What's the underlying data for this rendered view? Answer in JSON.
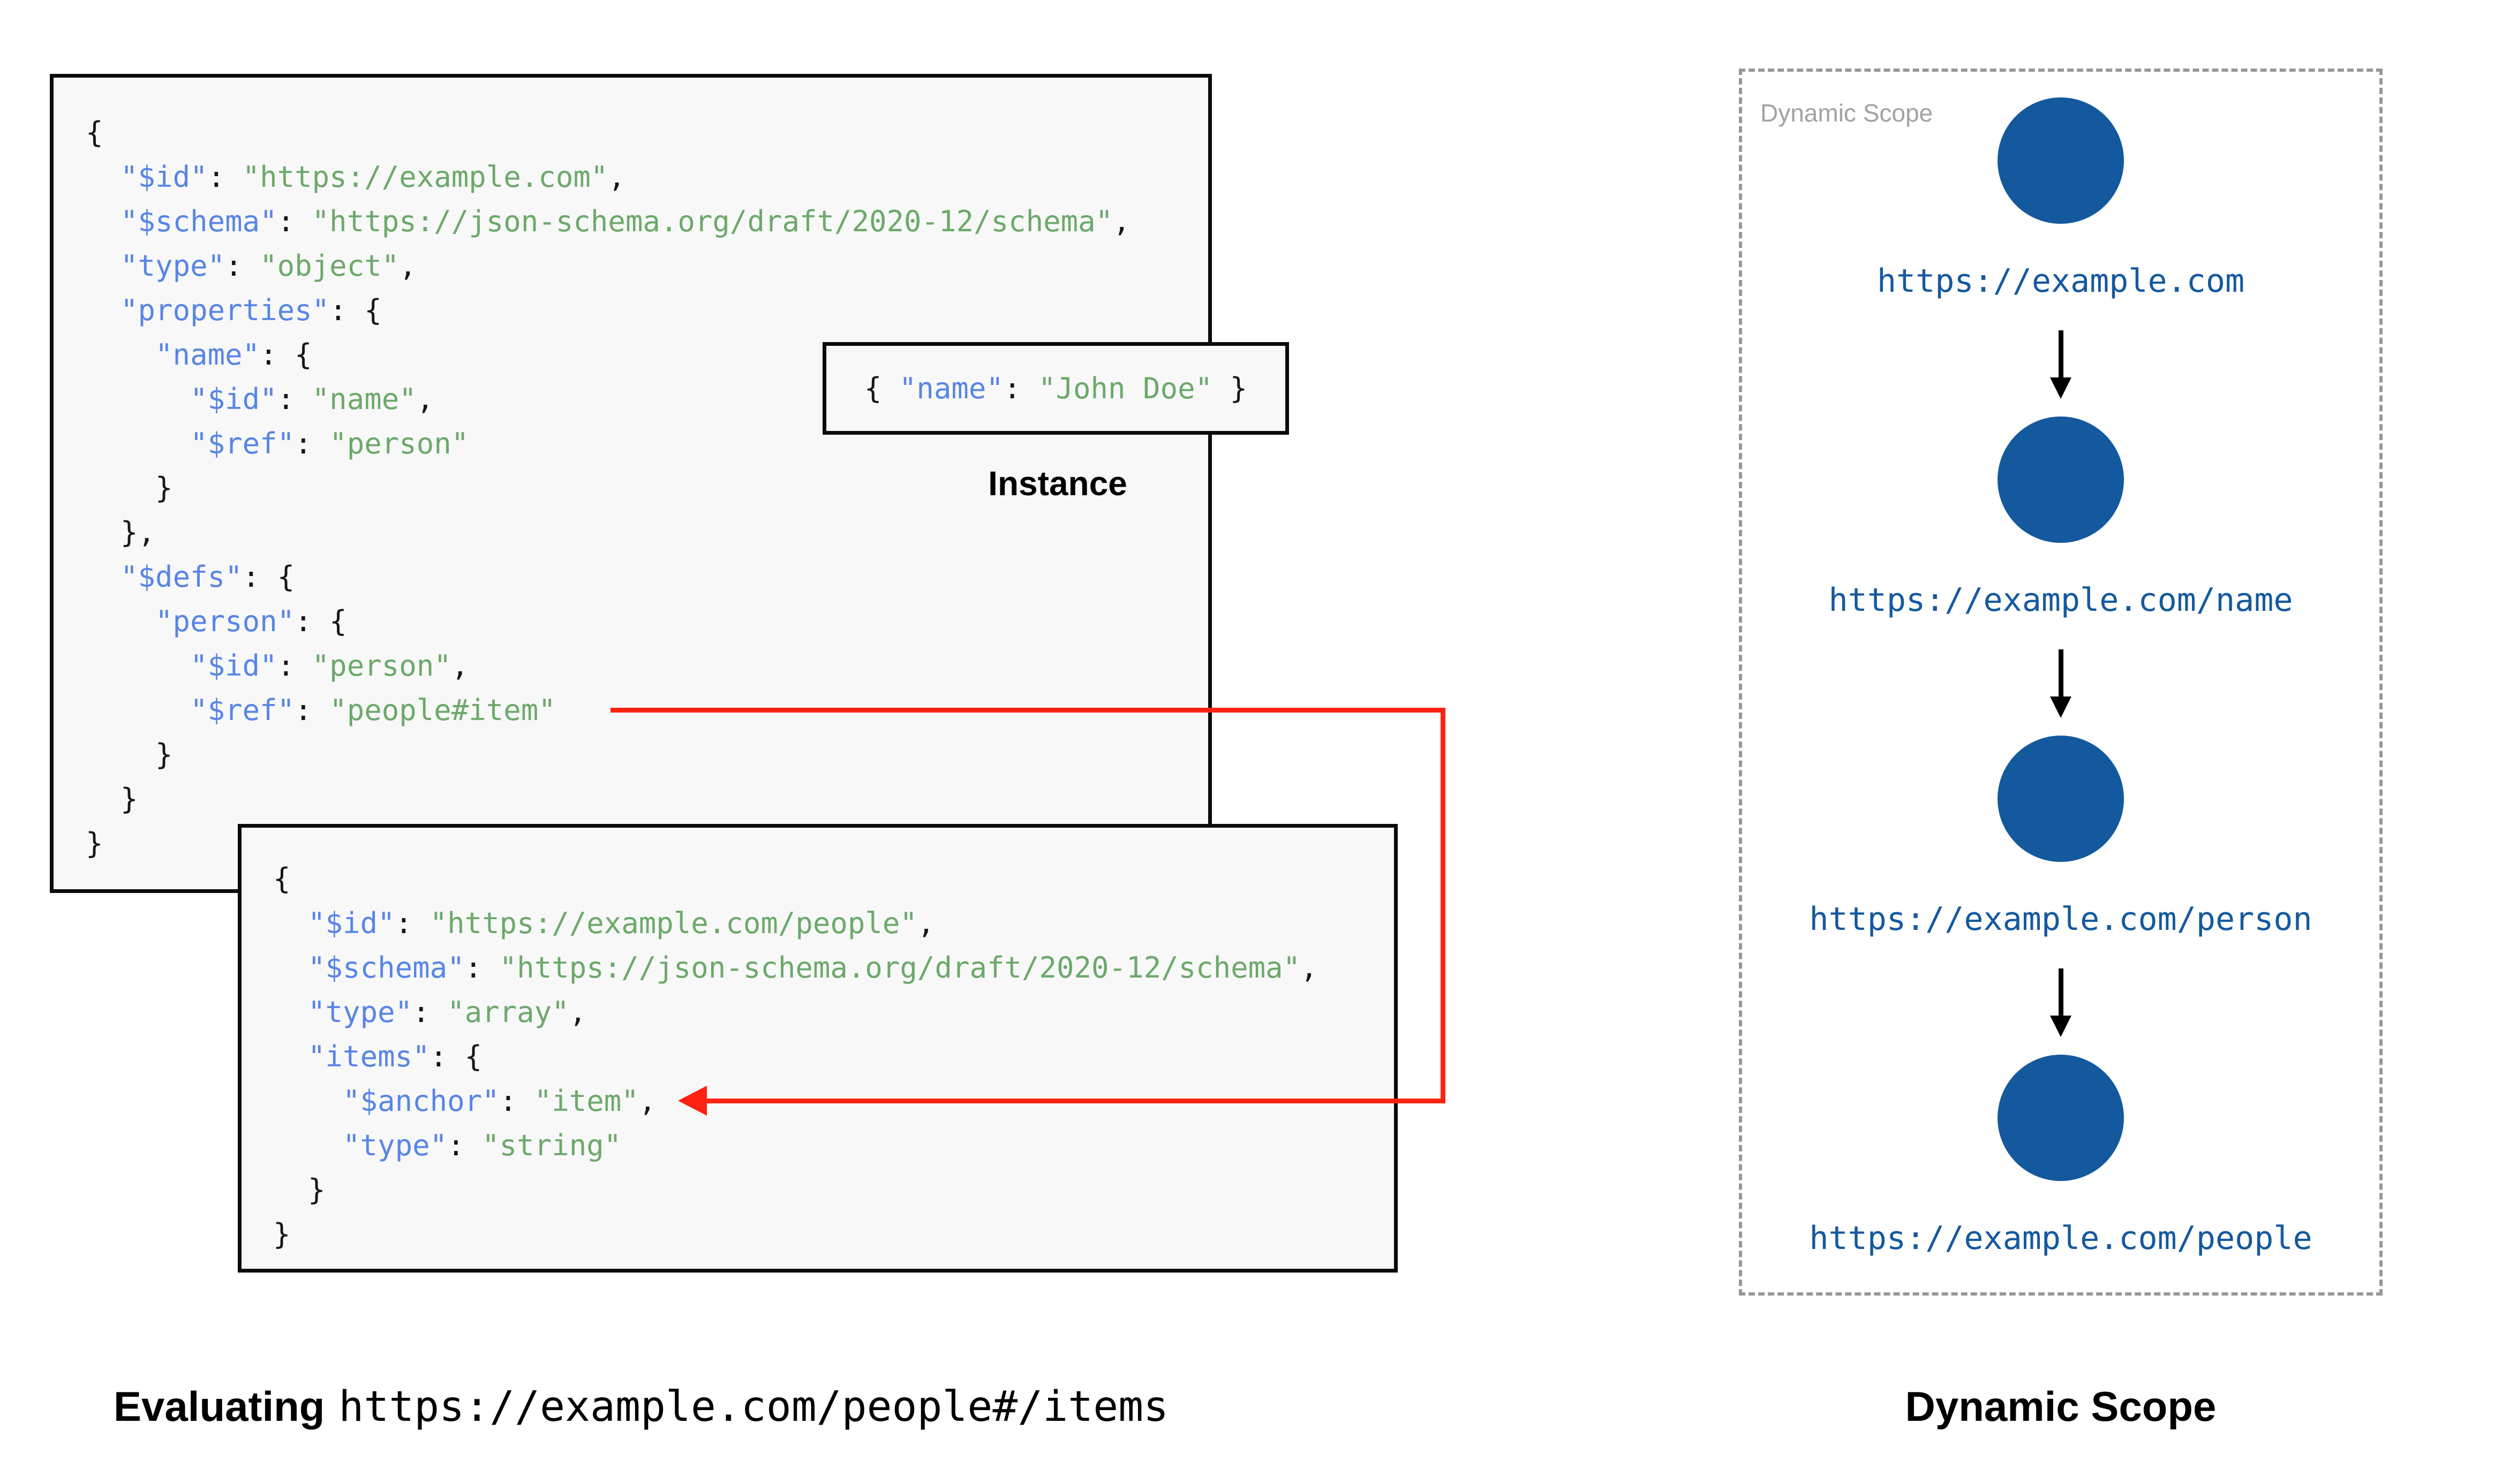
{
  "colors": {
    "key": "#5885e6",
    "string": "#6ca96a",
    "punctuation": "#161616",
    "node_fill": "#14599e",
    "node_url": "#14599e",
    "red_arrow": "#fc2313",
    "panel_bg": "#f8f8f8",
    "panel_border": "#0a0a0a",
    "scope_border": "#979797",
    "scope_watermark": "#a2a2a2"
  },
  "schema_root_box": {
    "lines": [
      [
        [
          "p",
          "{"
        ]
      ],
      [
        [
          "p",
          "  "
        ],
        [
          "k",
          "\"$id\""
        ],
        [
          "p",
          ": "
        ],
        [
          "s",
          "\"https://example.com\""
        ],
        [
          "p",
          ","
        ]
      ],
      [
        [
          "p",
          "  "
        ],
        [
          "k",
          "\"$schema\""
        ],
        [
          "p",
          ": "
        ],
        [
          "s",
          "\"https://json-schema.org/draft/2020-12/schema\""
        ],
        [
          "p",
          ","
        ]
      ],
      [
        [
          "p",
          "  "
        ],
        [
          "k",
          "\"type\""
        ],
        [
          "p",
          ": "
        ],
        [
          "s",
          "\"object\""
        ],
        [
          "p",
          ","
        ]
      ],
      [
        [
          "p",
          "  "
        ],
        [
          "k",
          "\"properties\""
        ],
        [
          "p",
          ": {"
        ]
      ],
      [
        [
          "p",
          "    "
        ],
        [
          "k",
          "\"name\""
        ],
        [
          "p",
          ": {"
        ]
      ],
      [
        [
          "p",
          "      "
        ],
        [
          "k",
          "\"$id\""
        ],
        [
          "p",
          ": "
        ],
        [
          "s",
          "\"name\""
        ],
        [
          "p",
          ","
        ]
      ],
      [
        [
          "p",
          "      "
        ],
        [
          "k",
          "\"$ref\""
        ],
        [
          "p",
          ": "
        ],
        [
          "s",
          "\"person\""
        ]
      ],
      [
        [
          "p",
          "    }"
        ]
      ],
      [
        [
          "p",
          "  },"
        ]
      ],
      [
        [
          "p",
          "  "
        ],
        [
          "k",
          "\"$defs\""
        ],
        [
          "p",
          ": {"
        ]
      ],
      [
        [
          "p",
          "    "
        ],
        [
          "k",
          "\"person\""
        ],
        [
          "p",
          ": {"
        ]
      ],
      [
        [
          "p",
          "      "
        ],
        [
          "k",
          "\"$id\""
        ],
        [
          "p",
          ": "
        ],
        [
          "s",
          "\"person\""
        ],
        [
          "p",
          ","
        ]
      ],
      [
        [
          "p",
          "      "
        ],
        [
          "k",
          "\"$ref\""
        ],
        [
          "p",
          ": "
        ],
        [
          "s",
          "\"people#item\""
        ]
      ],
      [
        [
          "p",
          "    }"
        ]
      ],
      [
        [
          "p",
          "  }"
        ]
      ],
      [
        [
          "p",
          "}"
        ]
      ]
    ]
  },
  "instance_box": {
    "label": "Instance",
    "line": [
      [
        [
          "p",
          "{ "
        ],
        [
          "k",
          "\"name\""
        ],
        [
          "p",
          ": "
        ],
        [
          "s",
          "\"John Doe\""
        ],
        [
          "p",
          " }"
        ]
      ]
    ]
  },
  "schema_people_box": {
    "lines": [
      [
        [
          "p",
          "{"
        ]
      ],
      [
        [
          "p",
          "  "
        ],
        [
          "k",
          "\"$id\""
        ],
        [
          "p",
          ": "
        ],
        [
          "s",
          "\"https://example.com/people\""
        ],
        [
          "p",
          ","
        ]
      ],
      [
        [
          "p",
          "  "
        ],
        [
          "k",
          "\"$schema\""
        ],
        [
          "p",
          ": "
        ],
        [
          "s",
          "\"https://json-schema.org/draft/2020-12/schema\""
        ],
        [
          "p",
          ","
        ]
      ],
      [
        [
          "p",
          "  "
        ],
        [
          "k",
          "\"type\""
        ],
        [
          "p",
          ": "
        ],
        [
          "s",
          "\"array\""
        ],
        [
          "p",
          ","
        ]
      ],
      [
        [
          "p",
          "  "
        ],
        [
          "k",
          "\"items\""
        ],
        [
          "p",
          ": {"
        ]
      ],
      [
        [
          "p",
          "    "
        ],
        [
          "k",
          "\"$anchor\""
        ],
        [
          "p",
          ": "
        ],
        [
          "s",
          "\"item\""
        ],
        [
          "p",
          ","
        ]
      ],
      [
        [
          "p",
          "    "
        ],
        [
          "k",
          "\"type\""
        ],
        [
          "p",
          ": "
        ],
        [
          "s",
          "\"string\""
        ]
      ],
      [
        [
          "p",
          "  }"
        ]
      ],
      [
        [
          "p",
          "}"
        ]
      ]
    ]
  },
  "dynamic_scope_panel": {
    "watermark": "Dynamic Scope",
    "nodes": [
      {
        "url": "https://example.com"
      },
      {
        "url": "https://example.com/name"
      },
      {
        "url": "https://example.com/person"
      },
      {
        "url": "https://example.com/people"
      }
    ]
  },
  "captions": {
    "evaluating_label": "Evaluating",
    "evaluating_uri": "https://example.com/people#/items",
    "dynamic_scope_title": "Dynamic Scope"
  }
}
